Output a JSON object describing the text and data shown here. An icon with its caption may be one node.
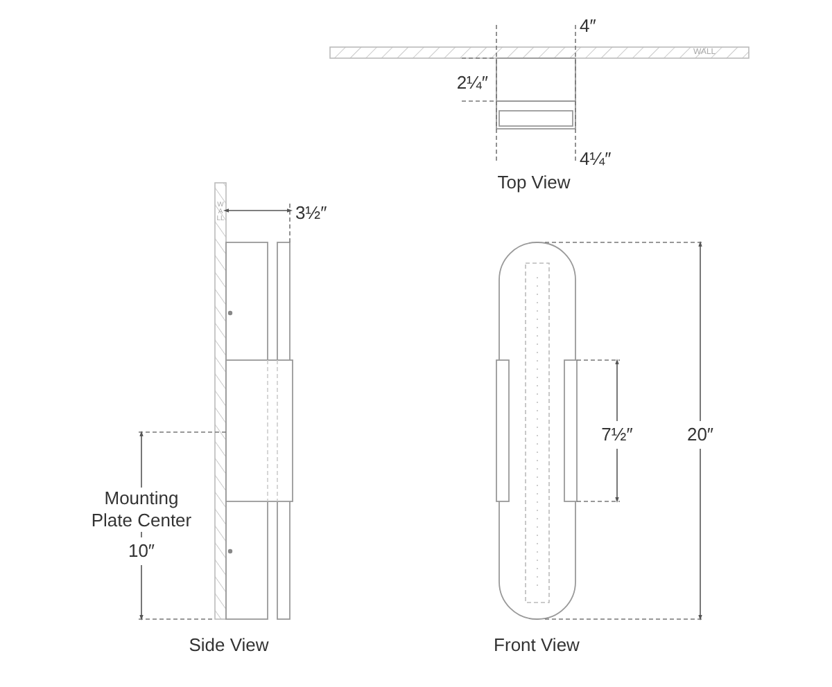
{
  "diagram": {
    "labels": [
      "4″",
      "WALL",
      "2¼″",
      "4¼″",
      "Top View",
      "WALL",
      "3½″",
      "Mounting Plate Center",
      "10″",
      "7½″",
      "20″",
      "Side View",
      "Front View"
    ]
  }
}
